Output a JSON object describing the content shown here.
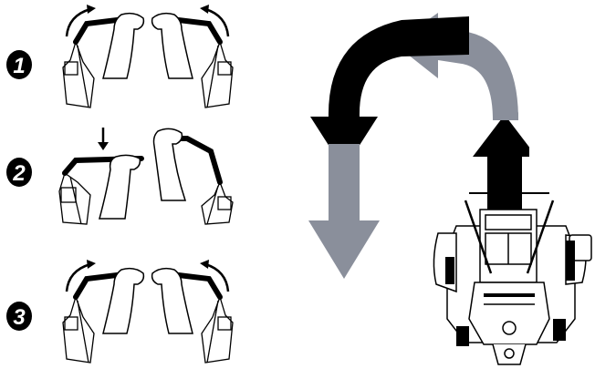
{
  "steps": [
    {
      "number": "1",
      "motion": "both-handles-outward"
    },
    {
      "number": "2",
      "motion": "left-handle-down"
    },
    {
      "number": "3",
      "motion": "both-handles-outward"
    }
  ],
  "icons": {
    "turn_arrows": "u-turn-arrow-icon",
    "mower": "mower-top-view-icon"
  },
  "colors": {
    "arrow_dark": "#000000",
    "arrow_gray": "#8a8f9b",
    "line": "#000000",
    "badge": "#000000"
  }
}
